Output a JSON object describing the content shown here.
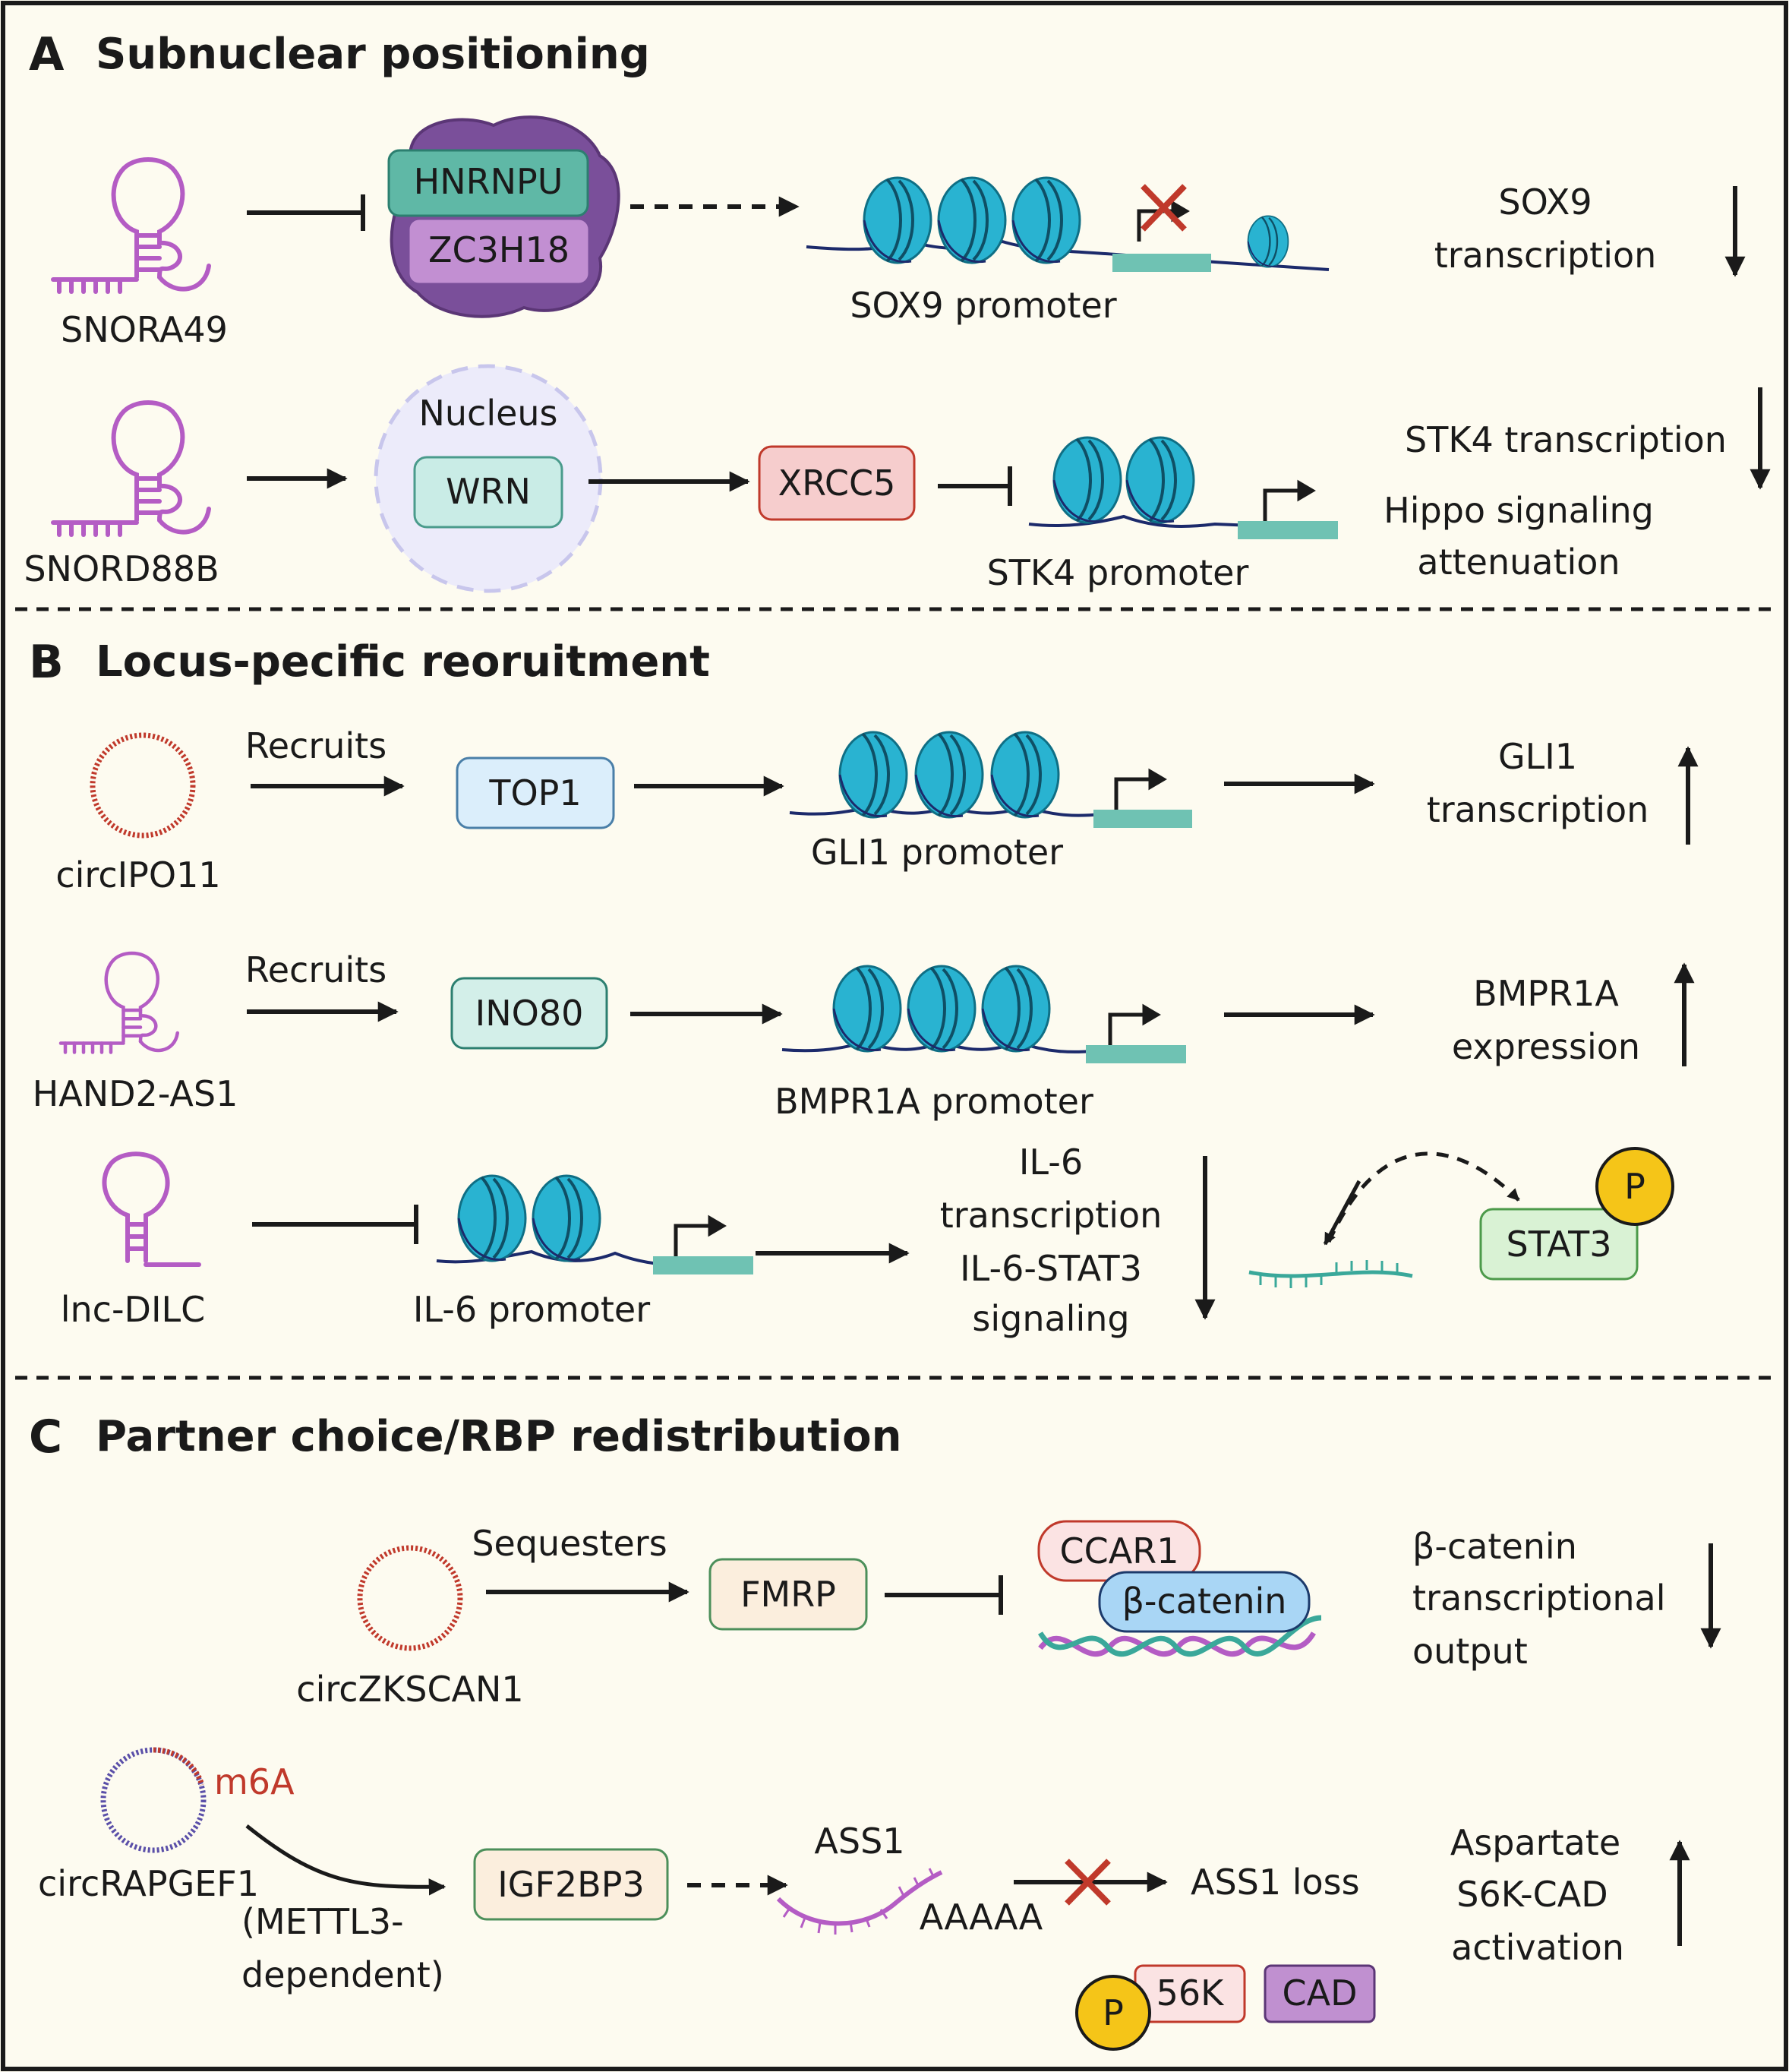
{
  "sections": {
    "a": {
      "letter": "A",
      "title": "Subnuclear positioning",
      "row1": {
        "rna": "SNORA49",
        "protein_top": "HNRNPU",
        "protein_bottom": "ZC3H18",
        "promoter": "SOX9 promoter",
        "outcome_line1": "SOX9",
        "outcome_line2": "transcription"
      },
      "row2": {
        "rna": "SNORD88B",
        "compartment": "Nucleus",
        "protein1": "WRN",
        "protein2": "XRCC5",
        "promoter": "STK4 promoter",
        "outcome_line1": "STK4 transcription",
        "outcome_line2": "Hippo signaling",
        "outcome_line3": "attenuation"
      }
    },
    "b": {
      "letter": "B",
      "title": "Locus-pecific reoruitment",
      "row1": {
        "rna": "circIPO11",
        "verb": "Recruits",
        "protein": "TOP1",
        "promoter": "GLI1 promoter",
        "outcome_line1": "GLI1",
        "outcome_line2": "transcription"
      },
      "row2": {
        "rna": "HAND2-AS1",
        "verb": "Recruits",
        "protein": "INO80",
        "promoter": "BMPR1A promoter",
        "outcome_line1": "BMPR1A",
        "outcome_line2": "expression"
      },
      "row3": {
        "rna": "lnc-DILC",
        "promoter": "IL-6 promoter",
        "outcome_line1": "IL-6",
        "outcome_line2": "transcription",
        "outcome_line3": "IL-6-STAT3",
        "outcome_line4": "signaling",
        "protein": "STAT3",
        "phospho": "P"
      }
    },
    "c": {
      "letter": "C",
      "title": "Partner choice/RBP redistribution",
      "row1": {
        "rna": "circZKSCAN1",
        "verb": "Sequesters",
        "protein": "FMRP",
        "partner1": "CCAR1",
        "partner2": "β-catenin",
        "outcome_line1": "β-catenin",
        "outcome_line2": "transcriptional",
        "outcome_line3": "output"
      },
      "row2": {
        "rna": "circRAPGEF1",
        "modification": "m6A",
        "note_line1": "(METTL3-",
        "note_line2": "dependent)",
        "protein": "IGF2BP3",
        "transcript": "ASS1",
        "polya": "AAAAA",
        "loss": "ASS1 loss",
        "kinase": "56K",
        "enzyme": "CAD",
        "phospho": "P",
        "outcome_line1": "Aspartate",
        "outcome_line2": "S6K-CAD",
        "outcome_line3": "activation"
      }
    }
  },
  "colors": {
    "background": "#fdfbf0",
    "snorna": "#b45cc4",
    "circ_red": "#c0392b",
    "nucleosome": "#29b3d1",
    "promoter_bar": "#6fc2b3",
    "hnrnpu": "#5fb8a6",
    "zc3h18": "#c28fd2",
    "blob": "#7a4f9a",
    "wrn": "#c9ece6",
    "xrcc5": "#f6cdcd",
    "top1": "#dbeefb",
    "ino80": "#d3efe9",
    "stat3": "#d9f2d4",
    "fmrp": "#fbeedd",
    "ccar1": "#fbe3e3",
    "beta_catenin": "#a9d6f5",
    "igf2bp3": "#fbeedd",
    "k56": "#fbe3e3",
    "cad": "#c090d0",
    "phospho": "#f5c518"
  }
}
